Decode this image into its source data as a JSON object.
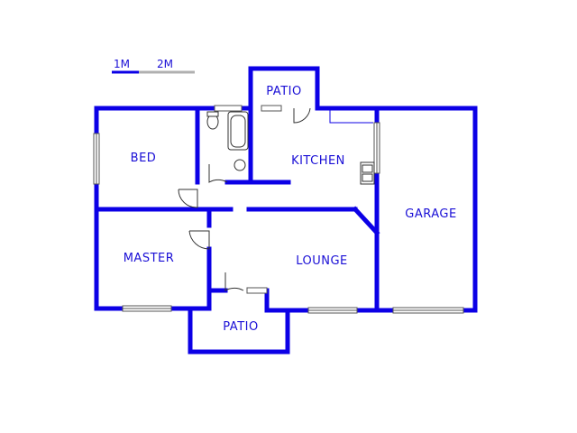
{
  "scale": {
    "label_1": "1M",
    "label_2": "2M",
    "color_dark": "#0c00e6",
    "color_light": "#b0b0b0"
  },
  "rooms": {
    "patio_top": "PATIO",
    "bed": "BED",
    "kitchen": "KITCHEN",
    "garage": "GARAGE",
    "master": "MASTER",
    "lounge": "LOUNGE",
    "patio_bottom": "PATIO"
  },
  "colors": {
    "wall": "#0c00e6",
    "text": "#1a0fd6"
  }
}
